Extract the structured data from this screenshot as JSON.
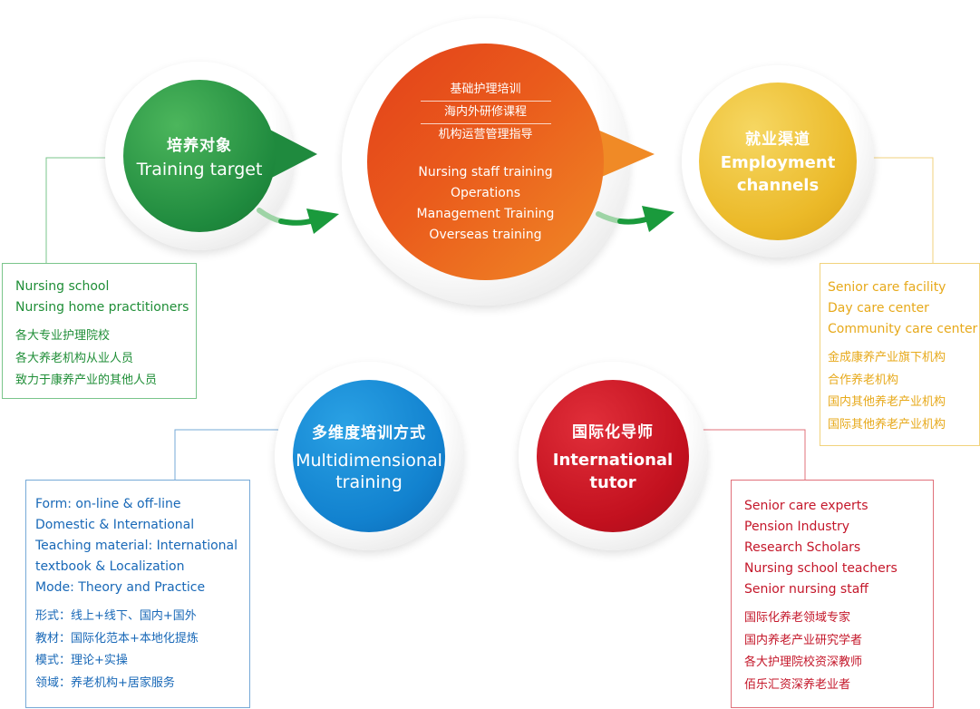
{
  "training_target": {
    "title_zh": "培养对象",
    "title_en": "Training target",
    "items_en": [
      "Nursing school",
      "Nursing home practitioners"
    ],
    "items_zh": [
      "各大专业护理院校",
      "各大养老机构从业人员",
      "致力于康养产业的其他人员"
    ]
  },
  "courses": {
    "items_zh": [
      "基础护理培训",
      "海内外研修课程",
      "机构运营管理指导"
    ],
    "items_en": [
      "Nursing staff training",
      "Operations",
      "Management Training",
      "Overseas training"
    ]
  },
  "employment": {
    "title_zh": "就业渠道",
    "title_en_1": "Employment",
    "title_en_2": "channels",
    "items_en": [
      "Senior care facility",
      "Day care center",
      "Community care center"
    ],
    "items_zh": [
      "金成康养产业旗下机构",
      "合作养老机构",
      "国内其他养老产业机构",
      "国际其他养老产业机构"
    ]
  },
  "multidimensional": {
    "title_zh": "多维度培训方式",
    "title_en_1": "Multidimensional",
    "title_en_2": "training",
    "items_en": [
      "Form: on-line & off-line",
      "Domestic & International",
      "Teaching material: International",
      "textbook & Localization",
      "Mode: Theory and Practice"
    ],
    "items_zh": [
      "形式：线上+线下、国内+国外",
      "教材：国际化范本+本地化提炼",
      "模式：理论+实操",
      "领域：养老机构+居家服务"
    ]
  },
  "tutor": {
    "title_zh": "国际化导师",
    "title_en_1": "International",
    "title_en_2": "tutor",
    "items_en": [
      "Senior care experts",
      "Pension Industry",
      "Research Scholars",
      "Nursing school teachers",
      "Senior nursing staff"
    ],
    "items_zh": [
      "国际化养老领域专家",
      "国内养老产业研究学者",
      "各大护理院校资深教师",
      "佰乐汇资深养老业者"
    ]
  },
  "colors": {
    "green": "#1f8a3e",
    "orange": "#ea5b1c",
    "yellow": "#ebb928",
    "blue": "#1282cf",
    "red": "#c3111f"
  }
}
